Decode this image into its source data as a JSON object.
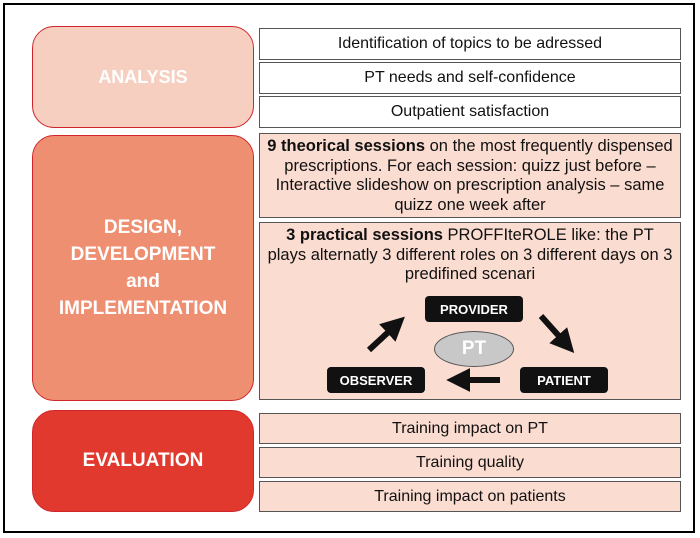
{
  "phases": {
    "analysis": "ANALYSIS",
    "design": "DESIGN,\nDEVELOPMENT\nand\nIMPLEMENTATION",
    "evaluation": "EVALUATION"
  },
  "analysis_items": [
    "Identification of topics to be adressed",
    "PT needs and self-confidence",
    "Outpatient satisfaction"
  ],
  "theory": {
    "bold": "9 theorical sessions",
    "rest": " on the most frequently dispensed prescriptions. For each session: quizz just before – Interactive slideshow on prescription analysis – same quizz one week after"
  },
  "practice": {
    "bold": "3 practical sessions",
    "rest": " PROFFIteROLE like: the PT plays alternatly 3 different roles on 3 different days on 3 predifined scenari"
  },
  "roles": {
    "provider": "PROVIDER",
    "patient": "PATIENT",
    "observer": "OBSERVER",
    "center": "PT"
  },
  "evaluation_items": [
    "Training impact on PT",
    "Training quality",
    "Training impact on patients"
  ],
  "colors": {
    "analysis": "#f7cfc0",
    "design": "#ef8f72",
    "evaluation": "#e2392e",
    "content_fill": "#fbdcd1"
  }
}
